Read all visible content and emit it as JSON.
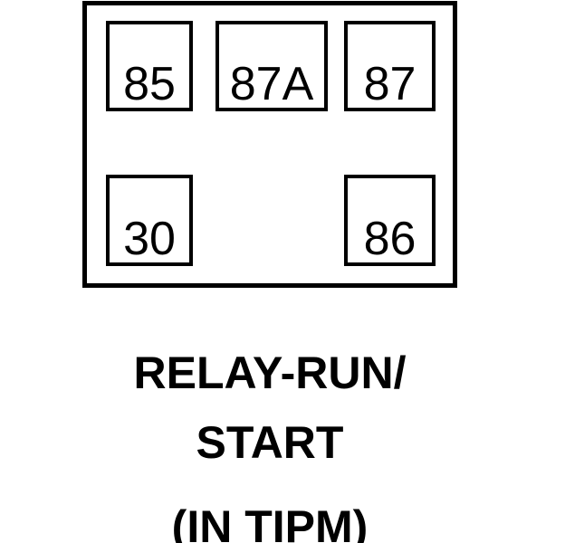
{
  "relay": {
    "pins": [
      {
        "id": "85",
        "label": "85"
      },
      {
        "id": "87A",
        "label": "87A"
      },
      {
        "id": "87",
        "label": "87"
      },
      {
        "id": "30",
        "label": "30"
      },
      {
        "id": "86",
        "label": "86"
      }
    ]
  },
  "caption": {
    "line1": "RELAY-RUN/",
    "line2": "START",
    "line3": "(IN TIPM)"
  },
  "colors": {
    "line": "#000000",
    "background": "#ffffff"
  }
}
